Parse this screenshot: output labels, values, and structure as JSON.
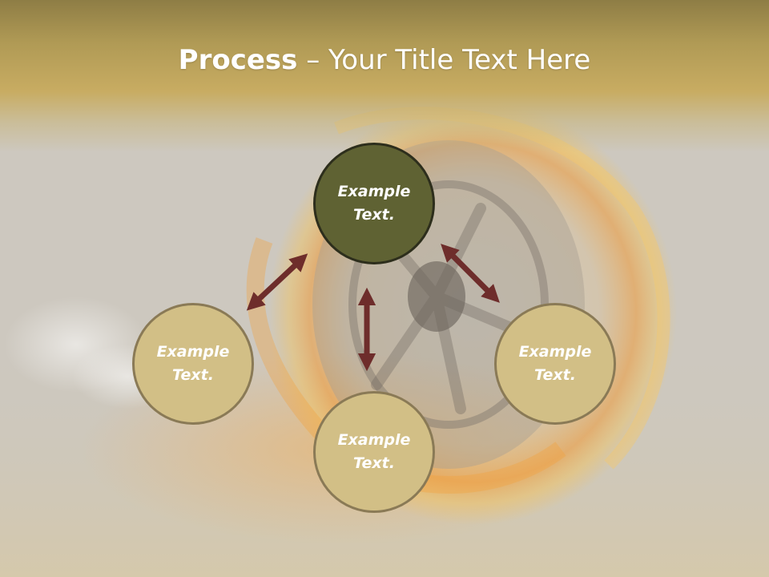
{
  "slide": {
    "title_strong": "Process",
    "title_separator": " – ",
    "title_rest": "Your Title Text Here"
  },
  "diagram": {
    "nodes": [
      {
        "id": "top",
        "label": "Example Text.",
        "fill": "#5f6233"
      },
      {
        "id": "left",
        "label": "Example Text.",
        "fill": "#d2bf86"
      },
      {
        "id": "right",
        "label": "Example Text.",
        "fill": "#d2bf86"
      },
      {
        "id": "bottom",
        "label": "Example Text.",
        "fill": "#d2bf86"
      }
    ],
    "arrow_color": "#6e2d2b"
  },
  "background": {
    "subject": "flaming wheel",
    "colors": {
      "band": "#c8ac62",
      "haze": "#cfcac0",
      "flame": "#f2a43a"
    }
  }
}
